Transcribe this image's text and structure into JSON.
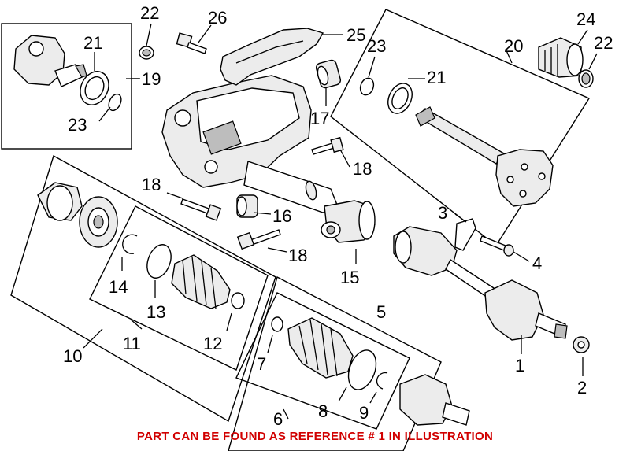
{
  "callouts": {
    "c1": "1",
    "c2": "2",
    "c3": "3",
    "c4": "4",
    "c5": "5",
    "c6": "6",
    "c7": "7",
    "c8": "8",
    "c9": "9",
    "c10": "10",
    "c11": "11",
    "c12": "12",
    "c13": "13",
    "c14": "14",
    "c15": "15",
    "c16": "16",
    "c17": "17",
    "c18a": "18",
    "c18b": "18",
    "c18c": "18",
    "c19": "19",
    "c20": "20",
    "c21a": "21",
    "c21b": "21",
    "c22a": "22",
    "c22b": "22",
    "c23a": "23",
    "c23b": "23",
    "c24": "24",
    "c25": "25",
    "c26": "26"
  },
  "footer_note": {
    "text": "PART CAN BE FOUND AS REFERENCE # 1 IN ILLUSTRATION",
    "color": "#d10000"
  }
}
